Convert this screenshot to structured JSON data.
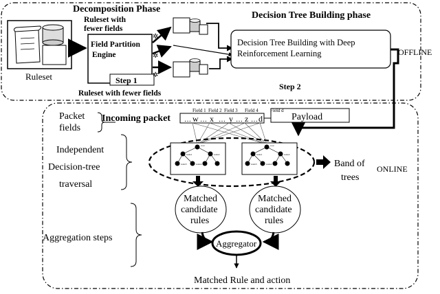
{
  "offline": {
    "decomposition_title": "Decomposition Phase",
    "building_title": "Decision Tree Building phase",
    "side_label": "OFFLINE",
    "ruleset_label": "Ruleset",
    "fewer_top_line1": "Ruleset with",
    "fewer_top_line2": "fewer fields",
    "fewer_bottom": "Ruleset with fewer fields",
    "engine_line1": "Field Partition",
    "engine_line2": "Engine",
    "step1": "Step 1",
    "step2": "Step 2",
    "drl_line1": "Decision Tree Building with Deep",
    "drl_line2": "Reinforcement Learning"
  },
  "online": {
    "side_label": "ONLINE",
    "packet_fields_line1": "Packet",
    "packet_fields_line2": "fields",
    "incoming_packet": "Incoming packet",
    "payload": "Payload",
    "field_labels": [
      "Field 1",
      "Field 2",
      "Field 3",
      "Field 4",
      "Field d"
    ],
    "field_values": [
      "w",
      "x",
      "y",
      "z",
      "d"
    ],
    "ellipsis": "…",
    "independent_line1": "Independent",
    "independent_line2": "Decision-tree",
    "independent_line3": "traversal",
    "band_line1": "Band of",
    "band_line2": "trees",
    "tree_root": "root",
    "tree_node_a": "node1",
    "tree_node_b": "node2",
    "tree_node_c": "node3",
    "tree_node_d": "node4",
    "matched_line1": "Matched",
    "matched_line2": "candidate",
    "matched_line3": "rules",
    "aggregation_steps": "Aggregation steps",
    "aggregator": "Aggregator",
    "result": "Matched Rule and action"
  }
}
